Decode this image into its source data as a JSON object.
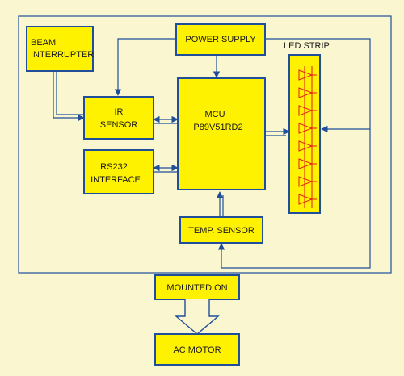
{
  "colors": {
    "background": "#faf6d0",
    "block_fill": "#fff200",
    "line": "#1f4e9a",
    "led": "#e21b1b"
  },
  "blocks": {
    "beam_interrupter": [
      "BEAM",
      "INTERRUPTER"
    ],
    "power_supply": "POWER SUPPLY",
    "ir_sensor": [
      "IR",
      "SENSOR"
    ],
    "mcu": [
      "MCU",
      "P89V51RD2"
    ],
    "rs232": [
      "RS232",
      "INTERFACE"
    ],
    "temp_sensor": "TEMP. SENSOR",
    "led_strip_label": "LED STRIP",
    "mounted_on": "MOUNTED ON",
    "ac_motor": "AC MOTOR"
  },
  "led_strip": {
    "led_count": 8
  }
}
